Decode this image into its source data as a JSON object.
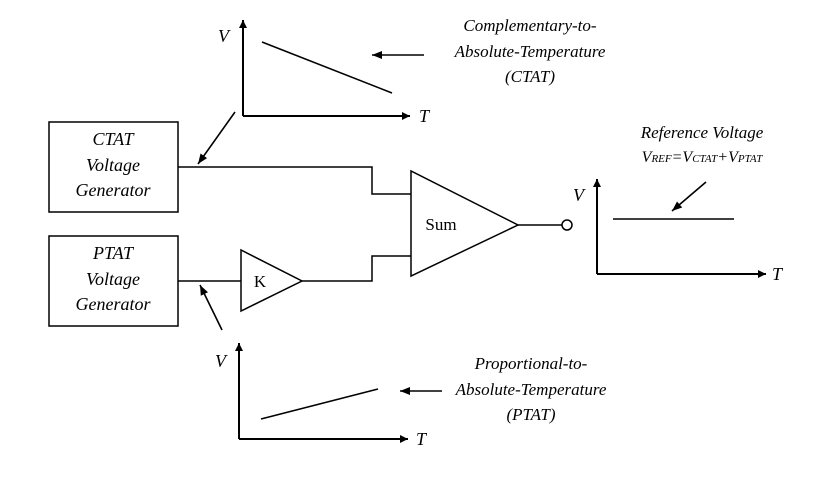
{
  "ctat_graph": {
    "y_axis_label": "V",
    "x_axis_label": "T",
    "caption_line1": "Complementary-to-",
    "caption_line2": "Absolute-Temperature",
    "caption_line3": "(CTAT)"
  },
  "ctat_block": {
    "line1": "CTAT",
    "line2": "Voltage",
    "line3": "Generator"
  },
  "ptat_block": {
    "line1": "PTAT",
    "line2": "Voltage",
    "line3": "Generator"
  },
  "gain_block": {
    "label": "K"
  },
  "sum_block": {
    "label": "Sum"
  },
  "output_graph": {
    "title": "Reference Voltage",
    "eq_v1": "V",
    "eq_sub1": "REF",
    "eq_equals": "=",
    "eq_v2": "V",
    "eq_sub2": "CTAT",
    "eq_plus": "+",
    "eq_v3": "V",
    "eq_sub3": "PTAT",
    "y_axis_label": "V",
    "x_axis_label": "T"
  },
  "ptat_graph": {
    "y_axis_label": "V",
    "x_axis_label": "T",
    "caption_line1": "Proportional-to-",
    "caption_line2": "Absolute-Temperature",
    "caption_line3": "(PTAT)"
  }
}
